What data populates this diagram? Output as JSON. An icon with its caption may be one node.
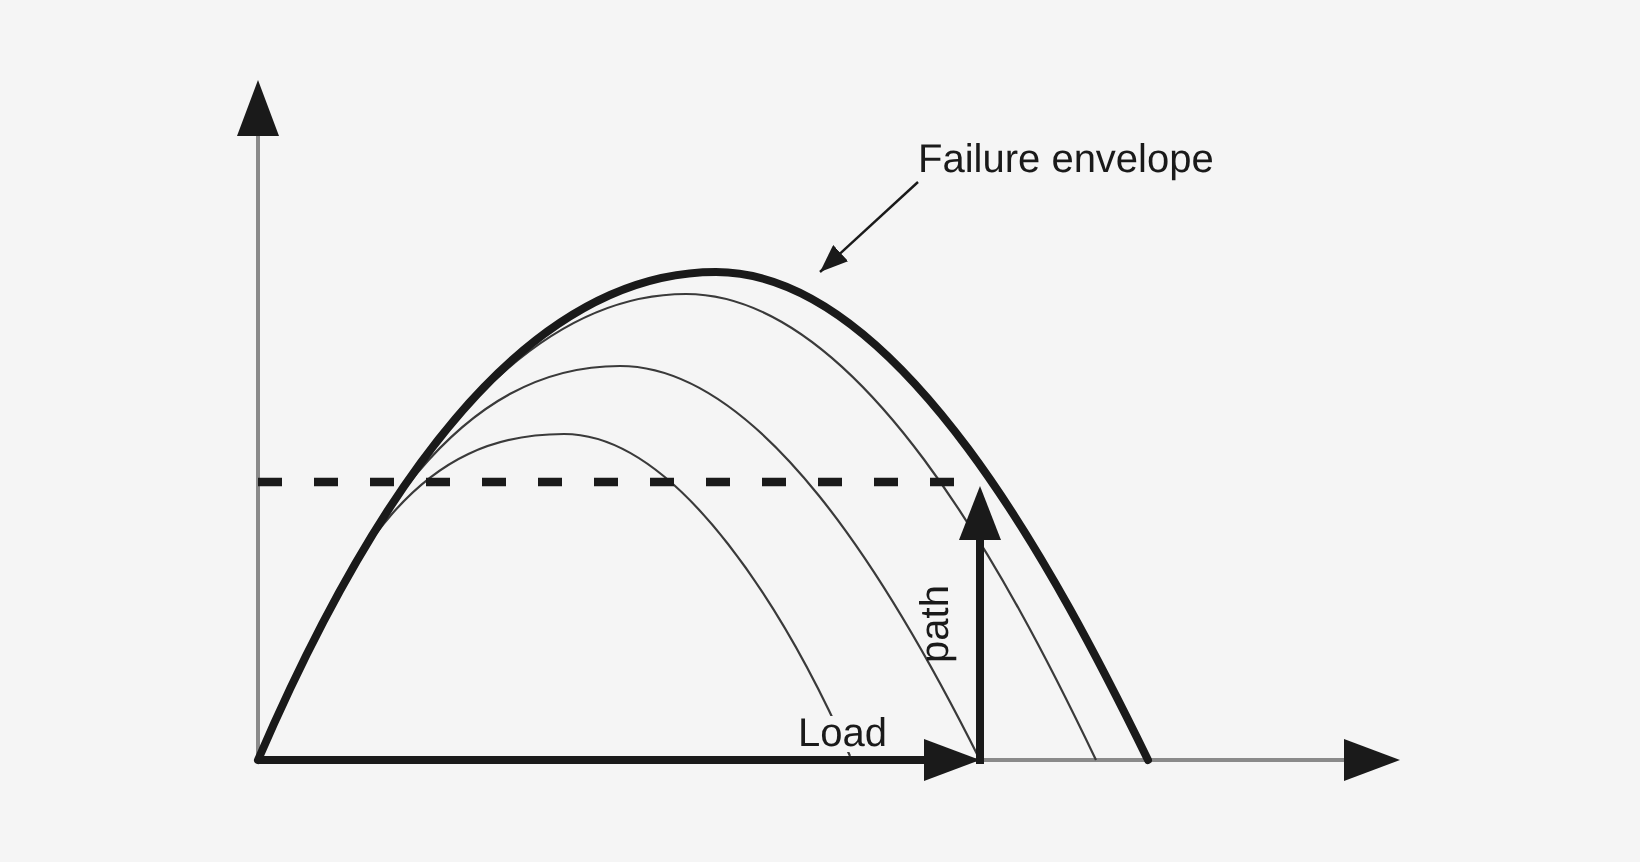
{
  "diagram": {
    "nodes": [
      {
        "text": [
          "Failure envelope"
        ]
      },
      {
        "text": [],
        "shape": "curve"
      }
    ],
    "edges": [
      {
        "from": 0,
        "to": 1,
        "arrow": "to"
      }
    ],
    "labels": [
      "Load",
      "path"
    ]
  }
}
